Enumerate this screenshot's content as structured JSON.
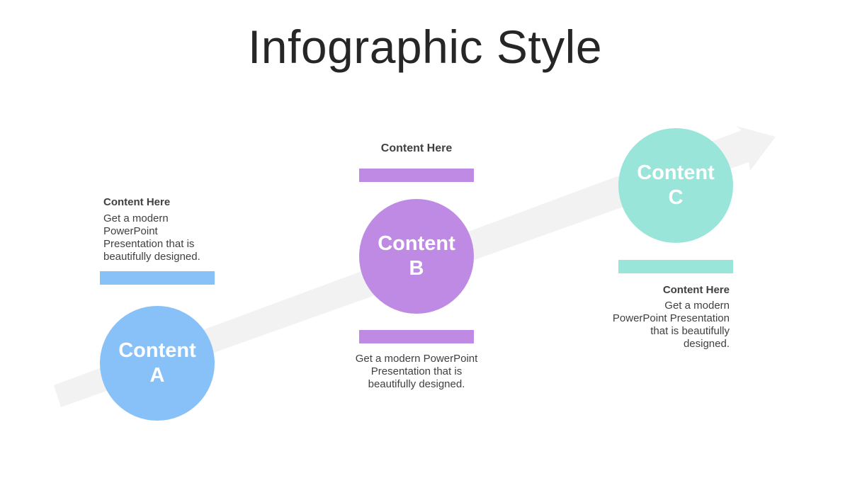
{
  "title": "Infographic Style",
  "colors": {
    "blue": "#88c1f7",
    "purple": "#be8ae3",
    "teal": "#99e5d9",
    "arrow": "#f2f2f2",
    "text": "#404040"
  },
  "items": [
    {
      "circle_label_line1": "Content",
      "circle_label_line2": "A",
      "heading": "Content  Here",
      "body": "Get a modern PowerPoint Presentation that is beautifully designed."
    },
    {
      "circle_label_line1": "Content",
      "circle_label_line2": "B",
      "heading": "Content  Here",
      "body": "Get a modern PowerPoint Presentation that is beautifully designed."
    },
    {
      "circle_label_line1": "Content",
      "circle_label_line2": "C",
      "heading": "Content  Here",
      "body": "Get a modern PowerPoint Presentation that is beautifully designed."
    }
  ]
}
